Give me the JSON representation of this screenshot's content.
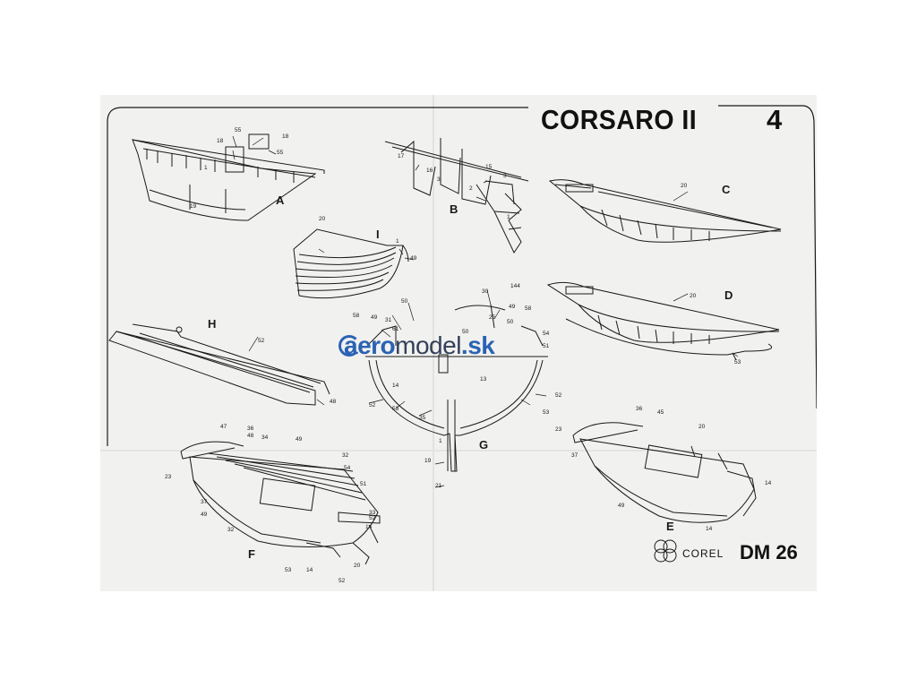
{
  "title": "CORSARO II",
  "sheet_number": "4",
  "model_code": "DM 26",
  "brand": "COREL",
  "watermark": {
    "prefix": "aero",
    "middle": "model",
    "suffix": ".sk"
  },
  "views": {
    "A": "A",
    "B": "B",
    "C": "C",
    "D": "D",
    "E": "E",
    "F": "F",
    "G": "G",
    "H": "H",
    "I": "I"
  },
  "parts": {
    "A": [
      "55",
      "18",
      "18",
      "55",
      "1",
      "19"
    ],
    "B": [
      "17",
      "16",
      "15",
      "3",
      "3",
      "2",
      "1"
    ],
    "C": [
      "20"
    ],
    "D": [
      "20",
      "53"
    ],
    "E": [
      "36",
      "45",
      "20",
      "23",
      "37",
      "14",
      "49",
      "14"
    ],
    "F": [
      "47",
      "36",
      "48",
      "34",
      "49",
      "23",
      "32",
      "54",
      "51",
      "37",
      "49",
      "33",
      "32",
      "52",
      "14",
      "20",
      "53",
      "14",
      "52"
    ],
    "G": [
      "30",
      "144",
      "49",
      "58",
      "25",
      "50",
      "50",
      "54",
      "51",
      "50",
      "49",
      "31",
      "61",
      "58",
      "14",
      "13",
      "52",
      "52",
      "53",
      "35",
      "53",
      "1",
      "19",
      "21"
    ],
    "H": [
      "52",
      "48"
    ],
    "I": [
      "20",
      "1",
      "49"
    ]
  },
  "colors": {
    "paper": "#f1f1ef",
    "ink": "#1a1a1a",
    "watermark_blue": "#2a63b4"
  }
}
